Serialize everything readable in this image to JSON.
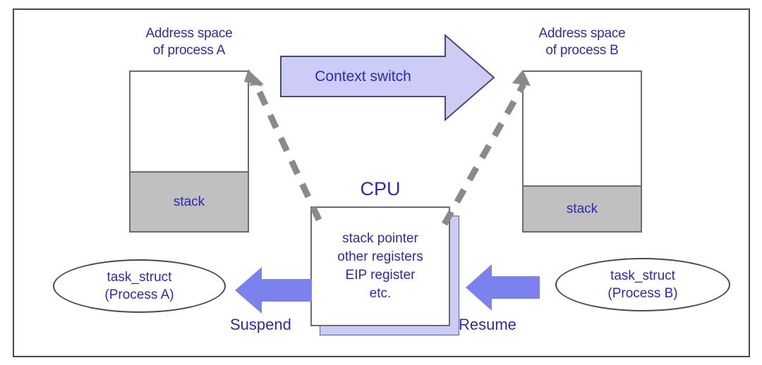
{
  "diagram": {
    "title_left": "Address space\nof process A",
    "title_right": "Address space\nof process B",
    "context_switch_label": "Context switch",
    "cpu_title": "CPU",
    "cpu_contents": "stack pointer\nother registers\nEIP register\netc.",
    "stack_label_left": "stack",
    "stack_label_right": "stack",
    "task_struct_a": "task_struct\n(Process A)",
    "task_struct_b": "task_struct\n(Process B)",
    "suspend_label": "Suspend",
    "resume_label": "Resume"
  },
  "colors": {
    "text_blue": "#2b2bb0",
    "arrow_fill": "#7b82ee",
    "context_arrow_fill": "#ccccf6",
    "context_arrow_stroke": "#4a4a6e",
    "stack_gray": "#c0c0c0",
    "box_border": "#6d6d6d",
    "dashed_gray": "#8a8a8a",
    "frame_border": "#4a4a4a",
    "cpu_shadow": "#ccccf6"
  }
}
